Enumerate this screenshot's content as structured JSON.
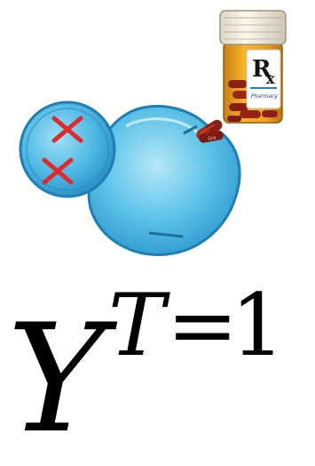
{
  "formula": {
    "base": "Y",
    "superscript": "T",
    "equals": "=",
    "rhs": "1"
  },
  "pill_bottle": {
    "rx_label": "Rx",
    "brand_text": "Pharmacy",
    "capsule_text": "Gra"
  },
  "colors": {
    "cell_fill": "#5ec3e8",
    "cell_stroke": "#1f7fb3",
    "x_marks": "#e02b2b",
    "bottle_body": "#f0a010",
    "bottle_cap": "#f4f0e6",
    "capsule": "#8a1f12"
  }
}
